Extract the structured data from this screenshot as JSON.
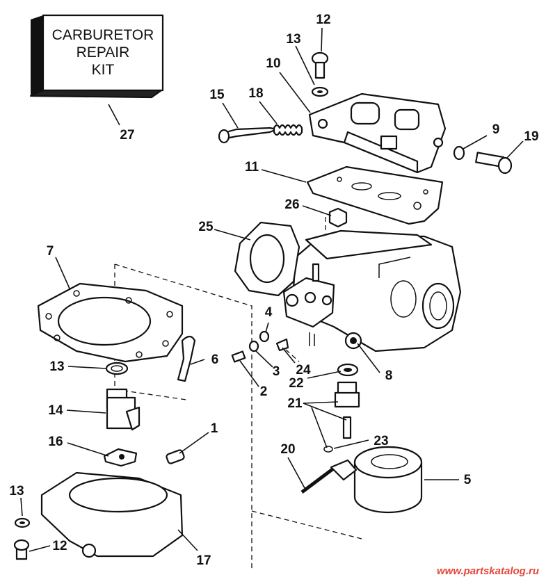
{
  "kit_box": {
    "line1": "CARBURETOR",
    "line2": "REPAIR",
    "line3": "KIT"
  },
  "callouts": {
    "c1": "1",
    "c2": "2",
    "c3": "3",
    "c4": "4",
    "c5": "5",
    "c6": "6",
    "c7": "7",
    "c8": "8",
    "c9": "9",
    "c10": "10",
    "c11": "11",
    "c12_top": "12",
    "c12_bottom": "12",
    "c13_top": "13",
    "c13_mid": "13",
    "c13_bottom": "13",
    "c14": "14",
    "c15": "15",
    "c16": "16",
    "c17": "17",
    "c18": "18",
    "c19": "19",
    "c20": "20",
    "c21": "21",
    "c22": "22",
    "c23": "23",
    "c24": "24",
    "c25": "25",
    "c26": "26",
    "c27": "27"
  },
  "watermark": "www.partskatalog.ru"
}
